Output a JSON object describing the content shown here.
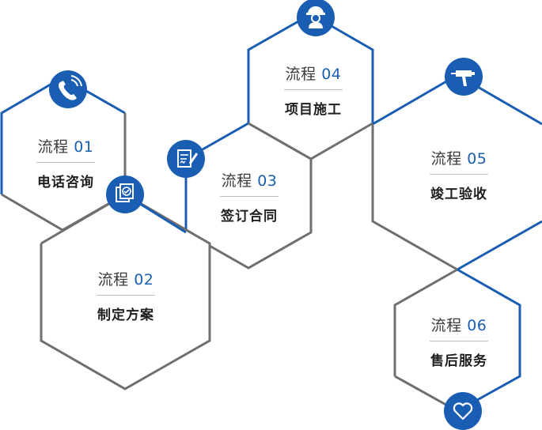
{
  "colors": {
    "blue": "#1a5eb3",
    "gray": "#6f6f6f",
    "text": "#3a3a3a"
  },
  "steps": [
    {
      "prefix": "流程",
      "num": "01",
      "name": "电话咨询",
      "icon": "phone-icon"
    },
    {
      "prefix": "流程",
      "num": "02",
      "name": "制定方案",
      "icon": "document-check-icon"
    },
    {
      "prefix": "流程",
      "num": "03",
      "name": "签订合同",
      "icon": "contract-sign-icon"
    },
    {
      "prefix": "流程",
      "num": "04",
      "name": "项目施工",
      "icon": "worker-helmet-icon"
    },
    {
      "prefix": "流程",
      "num": "05",
      "name": "竣工验收",
      "icon": "drill-tool-icon"
    },
    {
      "prefix": "流程",
      "num": "06",
      "name": "售后服务",
      "icon": "heart-icon"
    }
  ]
}
